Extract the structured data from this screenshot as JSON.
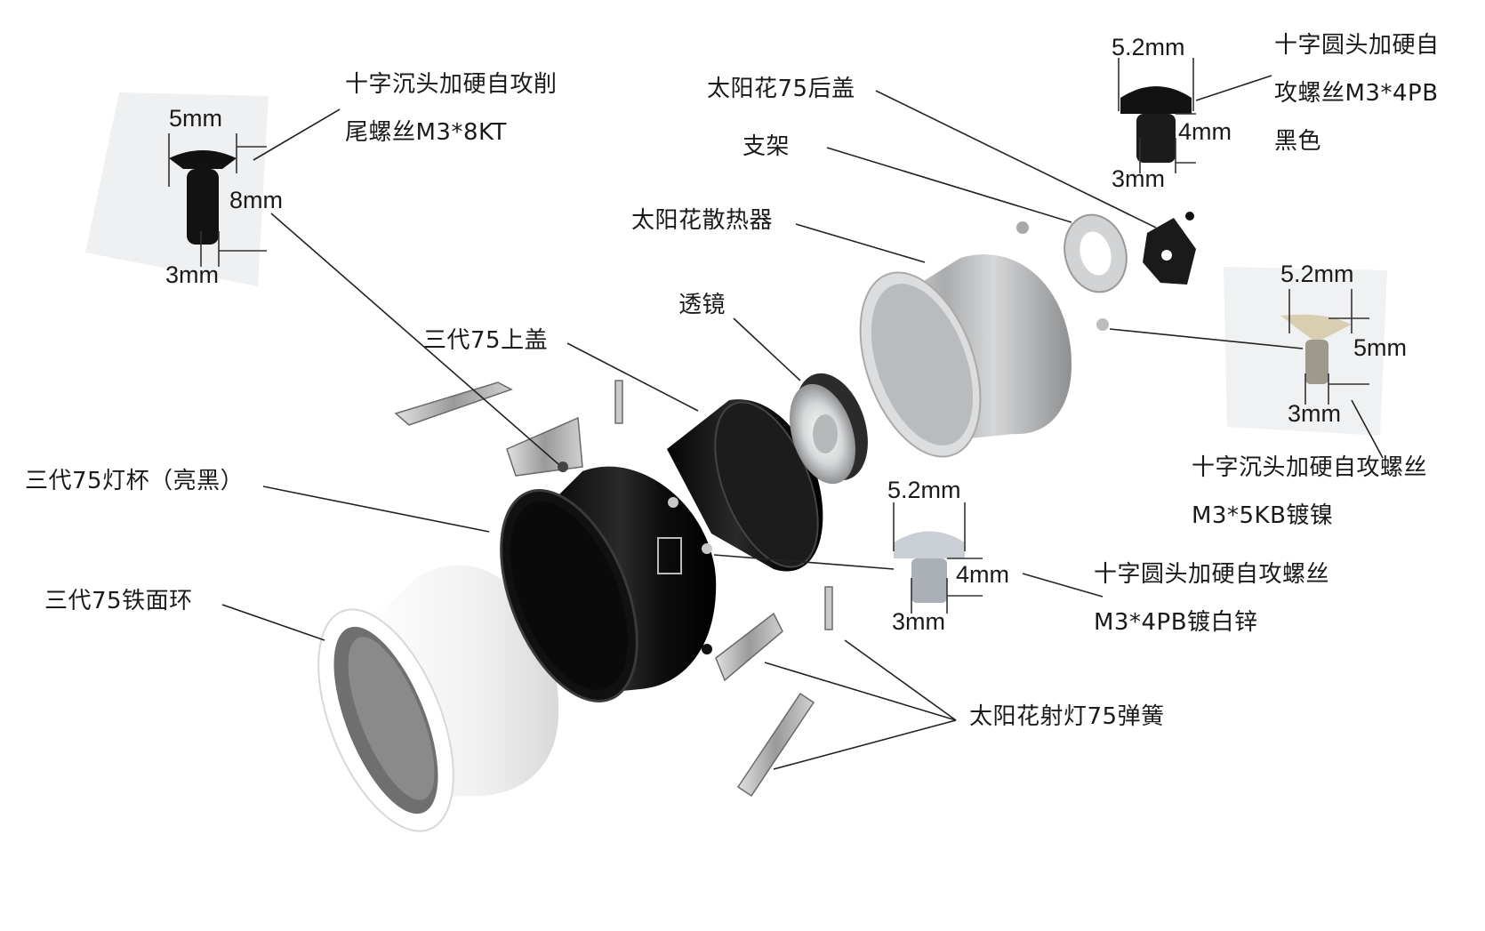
{
  "labels": {
    "screw_countersunk_tail": [
      "十字沉头加硬自攻削",
      "尾螺丝M3*8KT"
    ],
    "screw_pan_black": [
      "十字圆头加硬自",
      "攻螺丝M3*4PB",
      "黑色"
    ],
    "back_cover": "太阳花75后盖",
    "bracket": "支架",
    "heatsink": "太阳花散热器",
    "lens": "透镜",
    "top_cover": "三代75上盖",
    "lamp_cup": "三代75灯杯（亮黑）",
    "face_ring": "三代75铁面环",
    "screw_countersunk_nickel": [
      "十字沉头加硬自攻螺丝",
      "M3*5KB镀镍"
    ],
    "screw_pan_zinc": [
      "十字圆头加硬自攻螺丝",
      "M3*4PB镀白锌"
    ],
    "spring": "太阳花射灯75弹簧"
  },
  "dimensions": {
    "screw_8kt": {
      "head": "5mm",
      "length": "8mm",
      "thread": "3mm"
    },
    "screw_pb_black": {
      "head": "5.2mm",
      "length": "4mm",
      "thread": "3mm"
    },
    "screw_kb_nickel": {
      "head": "5.2mm",
      "length": "5mm",
      "thread": "3mm"
    },
    "screw_pb_zinc": {
      "head": "5.2mm",
      "length": "4mm",
      "thread": "3mm"
    }
  },
  "colors": {
    "black_part": "#141414",
    "silver": "#c9cbcd",
    "white_ring": "#f4f4f4",
    "leader_line": "#222222"
  }
}
